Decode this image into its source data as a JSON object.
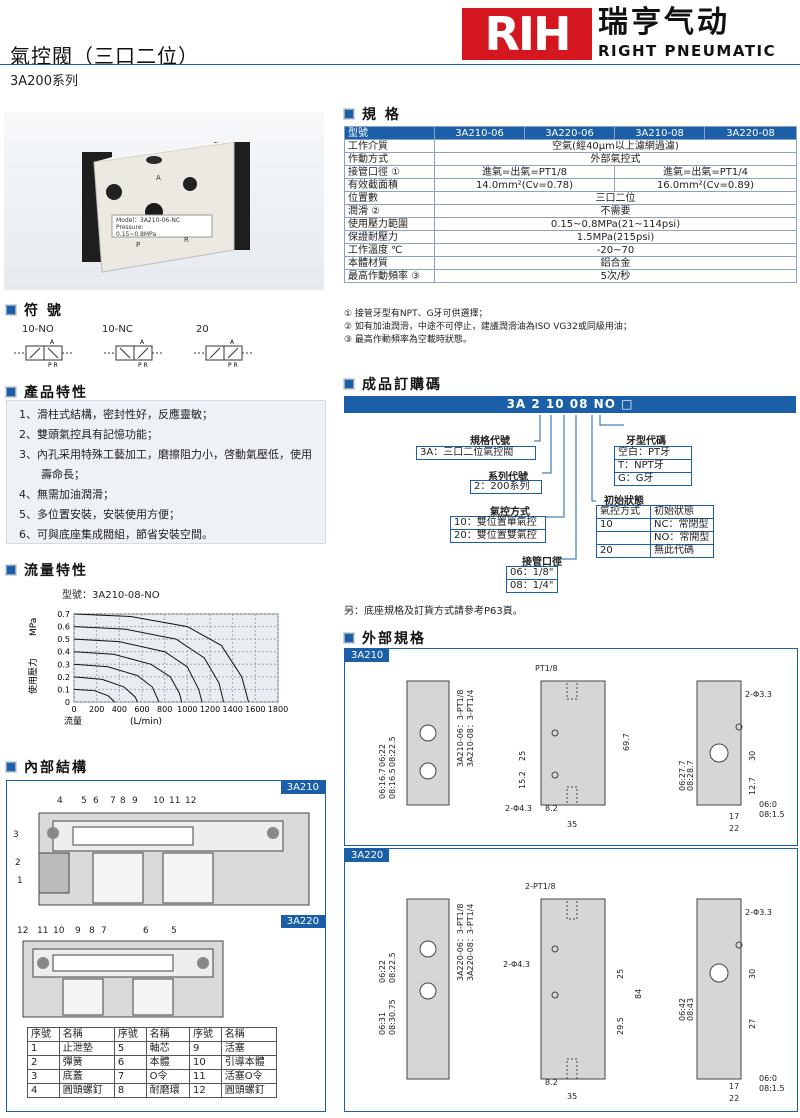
{
  "brand": {
    "logo": "RIH",
    "cn_name": "瑞亨气动",
    "en_name": "RIGHT PNEUMATIC"
  },
  "page": {
    "title": "氣控閥（三口二位）",
    "subtitle": "3A200系列"
  },
  "photo": {
    "model_line1": "Model：3A210-06-NC",
    "model_line2": "Pressure:",
    "model_line3": "0.15~0.8MPa",
    "port_a": "A",
    "port_p": "P",
    "port_r": "R"
  },
  "sections": {
    "spec": "規 格",
    "symbols": "符 號",
    "features": "產品特性",
    "flow": "流量特性",
    "internal": "內部結構",
    "order": "成品訂購碼",
    "outline": "外部規格"
  },
  "spec_table": {
    "header": [
      "型號",
      "3A210-06",
      "3A220-06",
      "3A210-08",
      "3A220-08"
    ],
    "rows": [
      {
        "label": "工作介質",
        "span": "空氣(經40μm以上濾網過濾)"
      },
      {
        "label": "作動方式",
        "span": "外部氣控式"
      },
      {
        "label": "接管口徑  ①",
        "left": "進氣=出氣=PT1/8",
        "right": "進氣=出氣=PT1/4"
      },
      {
        "label": "有效截面積",
        "left": "14.0mm²(Cv=0.78)",
        "right": "16.0mm²(Cv=0.89)"
      },
      {
        "label": "位置數",
        "span": "三口二位"
      },
      {
        "label": "潤滑  ②",
        "span": "不需要"
      },
      {
        "label": "使用壓力範圍",
        "span": "0.15~0.8MPa(21~114psi)"
      },
      {
        "label": "保證耐壓力",
        "span": "1.5MPa(215psi)"
      },
      {
        "label": "工作溫度      ℃",
        "span": "-20~70"
      },
      {
        "label": "本體材質",
        "span": "鋁合金"
      },
      {
        "label": "最高作動頻率 ③",
        "span": "5次/秒"
      }
    ]
  },
  "notes": [
    "① 接管牙型有NPT、G牙可供選擇；",
    "② 如有加油潤滑，中途不可停止，建議潤滑油為ISO VG32或同級用油；",
    "③ 最高作動頻率為空載時狀態。"
  ],
  "symbols": [
    {
      "label": "10-NO",
      "ports": "A / P R"
    },
    {
      "label": "10-NC",
      "ports": "A / P R"
    },
    {
      "label": "20",
      "ports": "A / P R"
    }
  ],
  "features": [
    "1、滑柱式結構，密封性好，反應靈敏；",
    "2、雙頭氣控具有記憶功能；",
    "3、內孔采用特殊工藝加工，磨擦阻力小，啓動氣壓低，使用",
    "壽命長；",
    "4、無需加油潤滑；",
    "5、多位置安裝，安裝使用方便；",
    "6、可與底座集成閥組，節省安裝空間。"
  ],
  "flow": {
    "model": "型號：3A210-08-NO",
    "ylabel_unit": "MPa",
    "ylabel": "使用壓力",
    "xlabel": "流量",
    "xunit": "(L/min)",
    "yticks": [
      "0.7",
      "0.6",
      "0.5",
      "0.4",
      "0.3",
      "0.2",
      "0.1",
      "0"
    ],
    "xticks": [
      "0",
      "200",
      "400",
      "600",
      "800",
      "1000",
      "1200",
      "1400",
      "1600",
      "1800"
    ]
  },
  "chart_data": {
    "type": "line",
    "title": "",
    "xlabel": "流量 (L/min)",
    "ylabel": "使用壓力 MPa",
    "xlim": [
      0,
      1800
    ],
    "ylim": [
      0,
      0.7
    ],
    "grid": true,
    "series": [
      {
        "values": [
          [
            0,
            0.7
          ],
          [
            500,
            0.68
          ],
          [
            1000,
            0.6
          ],
          [
            1300,
            0.45
          ],
          [
            1480,
            0.2
          ],
          [
            1540,
            0
          ]
        ]
      },
      {
        "values": [
          [
            0,
            0.6
          ],
          [
            450,
            0.58
          ],
          [
            900,
            0.5
          ],
          [
            1150,
            0.35
          ],
          [
            1280,
            0.15
          ],
          [
            1320,
            0
          ]
        ]
      },
      {
        "values": [
          [
            0,
            0.5
          ],
          [
            400,
            0.48
          ],
          [
            800,
            0.4
          ],
          [
            1000,
            0.28
          ],
          [
            1100,
            0.1
          ],
          [
            1130,
            0
          ]
        ]
      },
      {
        "values": [
          [
            0,
            0.4
          ],
          [
            350,
            0.38
          ],
          [
            680,
            0.3
          ],
          [
            850,
            0.2
          ],
          [
            930,
            0.07
          ],
          [
            950,
            0
          ]
        ]
      },
      {
        "values": [
          [
            0,
            0.3
          ],
          [
            300,
            0.28
          ],
          [
            560,
            0.21
          ],
          [
            690,
            0.12
          ],
          [
            750,
            0
          ]
        ]
      },
      {
        "values": [
          [
            0,
            0.2
          ],
          [
            250,
            0.18
          ],
          [
            440,
            0.12
          ],
          [
            540,
            0.04
          ],
          [
            560,
            0
          ]
        ]
      },
      {
        "values": [
          [
            0,
            0.1
          ],
          [
            180,
            0.09
          ],
          [
            300,
            0.05
          ],
          [
            360,
            0
          ]
        ]
      }
    ]
  },
  "internal": {
    "tag1": "3A210",
    "tag2": "3A220",
    "nums_top": [
      "4",
      "5",
      "6",
      "7",
      "8",
      "9",
      "10",
      "11",
      "12"
    ],
    "nums_left": [
      "3",
      "2",
      "1"
    ],
    "nums_top2": [
      "12",
      "11",
      "10",
      "9",
      "8",
      "7",
      "6",
      "5"
    ],
    "parts_header": [
      "序號",
      "名稱",
      "序號",
      "名稱",
      "序號",
      "名稱"
    ],
    "parts_rows": [
      [
        "1",
        "止泄墊",
        "5",
        "軸芯",
        "9",
        "活塞"
      ],
      [
        "2",
        "彈簧",
        "6",
        "本體",
        "10",
        "引導本體"
      ],
      [
        "3",
        "底蓋",
        "7",
        "O令",
        "11",
        "活塞O令"
      ],
      [
        "4",
        "圓頭螺釘",
        "8",
        "耐磨環",
        "12",
        "圓頭螺釘"
      ]
    ]
  },
  "order": {
    "code": "3A 2 10 08 NO □",
    "spec_code_title": "規格代號",
    "spec_code": "3A：三口二位氣控閥",
    "series_title": "系列代號",
    "series": "2：200系列",
    "control_title": "氣控方式",
    "control": [
      "10：雙位置單氣控",
      "20：雙位置雙氣控"
    ],
    "port_title": "接管口徑",
    "port": [
      "06：1/8\"",
      "08：1/4\""
    ],
    "thread_title": "牙型代碼",
    "thread": [
      "空白：PT牙",
      "T：NPT牙",
      "G：G牙"
    ],
    "init_title": "初始狀態",
    "init_header": [
      "氣控方式",
      "初始狀態"
    ],
    "init_rows": [
      [
        "10",
        "NC：常閉型"
      ],
      [
        "",
        "NO：常開型"
      ],
      [
        "20",
        "無此代碼"
      ]
    ],
    "note": "另：底座規格及訂貨方式請參考P63頁。"
  },
  "outline": {
    "tag1": "3A210",
    "tag2": "3A220",
    "a210": {
      "port_label_1": "3A210-06：3-PT1/8",
      "port_label_2": "3A210-08：3-PT1/4",
      "pt": "PT1/8",
      "hole": "2-Φ4.3",
      "hole2": "2-Φ3.3",
      "d697": "69.7",
      "d25": "25",
      "d152": "15.2",
      "d82": "8.2",
      "d35": "35",
      "d30": "30",
      "d127": "12.7",
      "d17": "17",
      "d22": "22",
      "d0622": "06:22",
      "d0822": "08:22.5",
      "d0616": "06:16.7",
      "d0816": "08:16.5",
      "d0627": "06:27.7",
      "d0828": "08:28.7",
      "d060": "06:0",
      "d0815": "08:1.5"
    },
    "a220": {
      "port_label_1": "3A220-06：3-PT1/8",
      "port_label_2": "3A220-08：3-PT1/4",
      "pt": "2-PT1/8",
      "hole": "2-Φ4.3",
      "hole2": "2-Φ3.3",
      "d84": "84",
      "d25": "25",
      "d295": "29.5",
      "d82": "8.2",
      "d35": "35",
      "d30": "30",
      "d27": "27",
      "d17": "17",
      "d22": "22",
      "d0622": "06:22",
      "d0825": "08:22.5",
      "d0631": "06:31",
      "d0830": "08:30.75",
      "d0642": "06:42",
      "d0843": "08:43",
      "d060": "06:0",
      "d0815": "08:1.5"
    }
  },
  "colors": {
    "accent": "#1a5fa8",
    "brand_red": "#d4171e"
  }
}
